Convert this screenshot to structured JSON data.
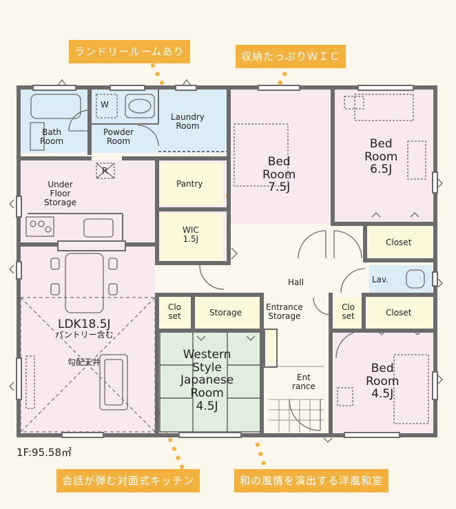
{
  "callouts": {
    "laundry": "ランドリールームあり",
    "wic": "収納たっぷりＷＩＣ",
    "kitchen": "会話が弾む対面式キッチン",
    "japanese": "和の風情を演出する洋風和室"
  },
  "rooms": {
    "bath": "Bath\nRoom",
    "powder": "Powder\nRoom",
    "washer": "W",
    "laundry": "Laundry\nRoom",
    "bed1": "Bed\nRoom\n7.5J",
    "bed2": "Bed\nRoom\n6.5J",
    "pantry": "Pantry",
    "wic": "WIC\n1.5J",
    "under_floor": "Under\nFloor\nStorage",
    "fridge": "R",
    "closet1": "Closet",
    "lav": "Lav.",
    "hall": "Hall",
    "entrance_storage": "Entrance\nStorage",
    "closet_a": "Clo\nset",
    "storage": "Storage",
    "closet_b": "Clo\nset",
    "closet2": "Closet",
    "ldk": "LDK18.5J",
    "ldk_note": "パントリー含む",
    "ceiling_note": "勾配天井",
    "western": "Western\nStyle\nJapanese\nRoom\n4.5J",
    "entrance": "Ent\nrance",
    "bed3": "Bed\nRoom\n4.5J"
  },
  "area": "1F:95.58㎡",
  "colors": {
    "background": "#fbf7ec",
    "wall": "#6b6b6b",
    "blue_room": "#dcecf7",
    "pink_room": "#f8e8ef",
    "yellow_room": "#fbf8dc",
    "green_room": "#dfeedd",
    "callout": "#f3b13f"
  }
}
